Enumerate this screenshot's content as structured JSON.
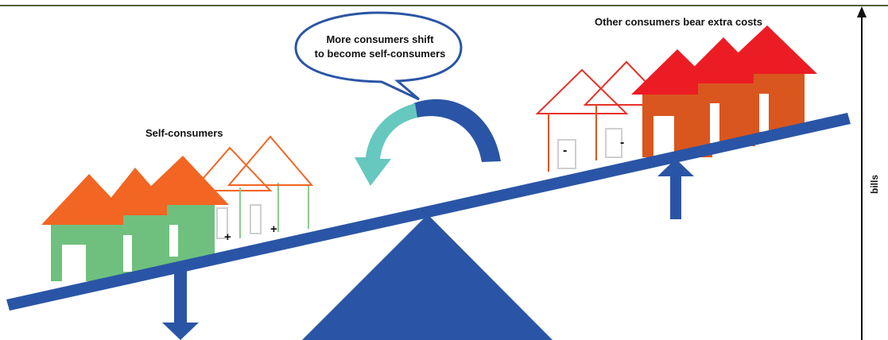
{
  "labels": {
    "self_consumers": "Self-consumers",
    "speech_line1": "More consumers shift",
    "speech_line2": "to become self-consumers",
    "others": "Other consumers bear extra costs",
    "axis": "bills",
    "plus": "+",
    "minus": "-"
  },
  "colors": {
    "top_rule": "#4f6228",
    "beam": "#2a55a6",
    "fulcrum": "#2a55a6",
    "teal_arrow": "#66c8bf",
    "house_green": "#6fc07e",
    "roof_orange": "#f26522",
    "house_red_roof": "#ec1c24",
    "house_rust": "#d9561f",
    "outline_red": "#e53228",
    "outline_green": "#8ccc8c",
    "door_white": "#ffffff",
    "door_gray": "#cfcfcf"
  },
  "icons": {
    "left_down": "arrow-down-icon",
    "right_up": "arrow-up-icon",
    "curved": "curved-arrow-icon",
    "axis": "vertical-axis-arrow-icon"
  }
}
